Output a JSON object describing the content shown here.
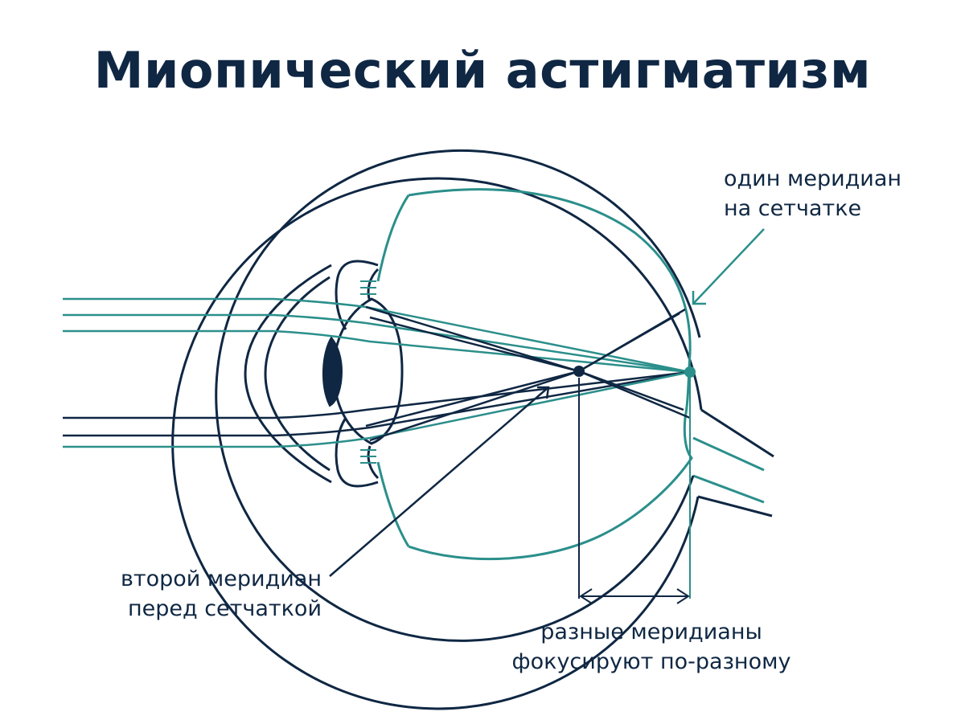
{
  "title": "Миопический астигматизм",
  "labels": {
    "retina_meridian": [
      "один меридиан",
      "на сетчатке"
    ],
    "front_meridian": [
      "второй меридиан",
      "перед сетчаткой"
    ],
    "difference": [
      "разные меридианы",
      "фокусируют по-разному"
    ]
  },
  "colors": {
    "navy": "#0f2743",
    "teal": "#2b8f8b",
    "background": "#ffffff"
  }
}
